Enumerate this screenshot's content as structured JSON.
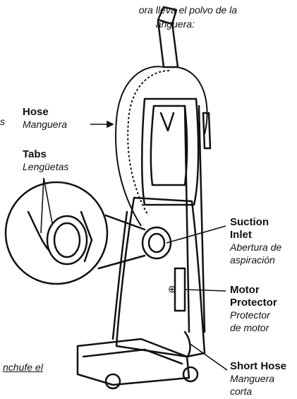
{
  "intro": {
    "line1": "ora lleva el polvo de la",
    "line2": "anguera:"
  },
  "edge_fragment": "s",
  "labels": {
    "hose": {
      "en": "Hose",
      "es": "Manguera"
    },
    "tabs": {
      "en": "Tabs",
      "es": "Lengüetas"
    },
    "suction_inlet": {
      "en1": "Suction",
      "en2": "Inlet",
      "es1": "Abertura de",
      "es2": "aspiración"
    },
    "motor_protector": {
      "en1": "Motor",
      "en2": "Protector",
      "es1": "Protector",
      "es2": "de motor"
    },
    "short_hose": {
      "en": "Short Hose",
      "es1": "Manguera",
      "es2": "corta"
    }
  },
  "bottom_text": "nchufe el",
  "symbol": "⊕"
}
